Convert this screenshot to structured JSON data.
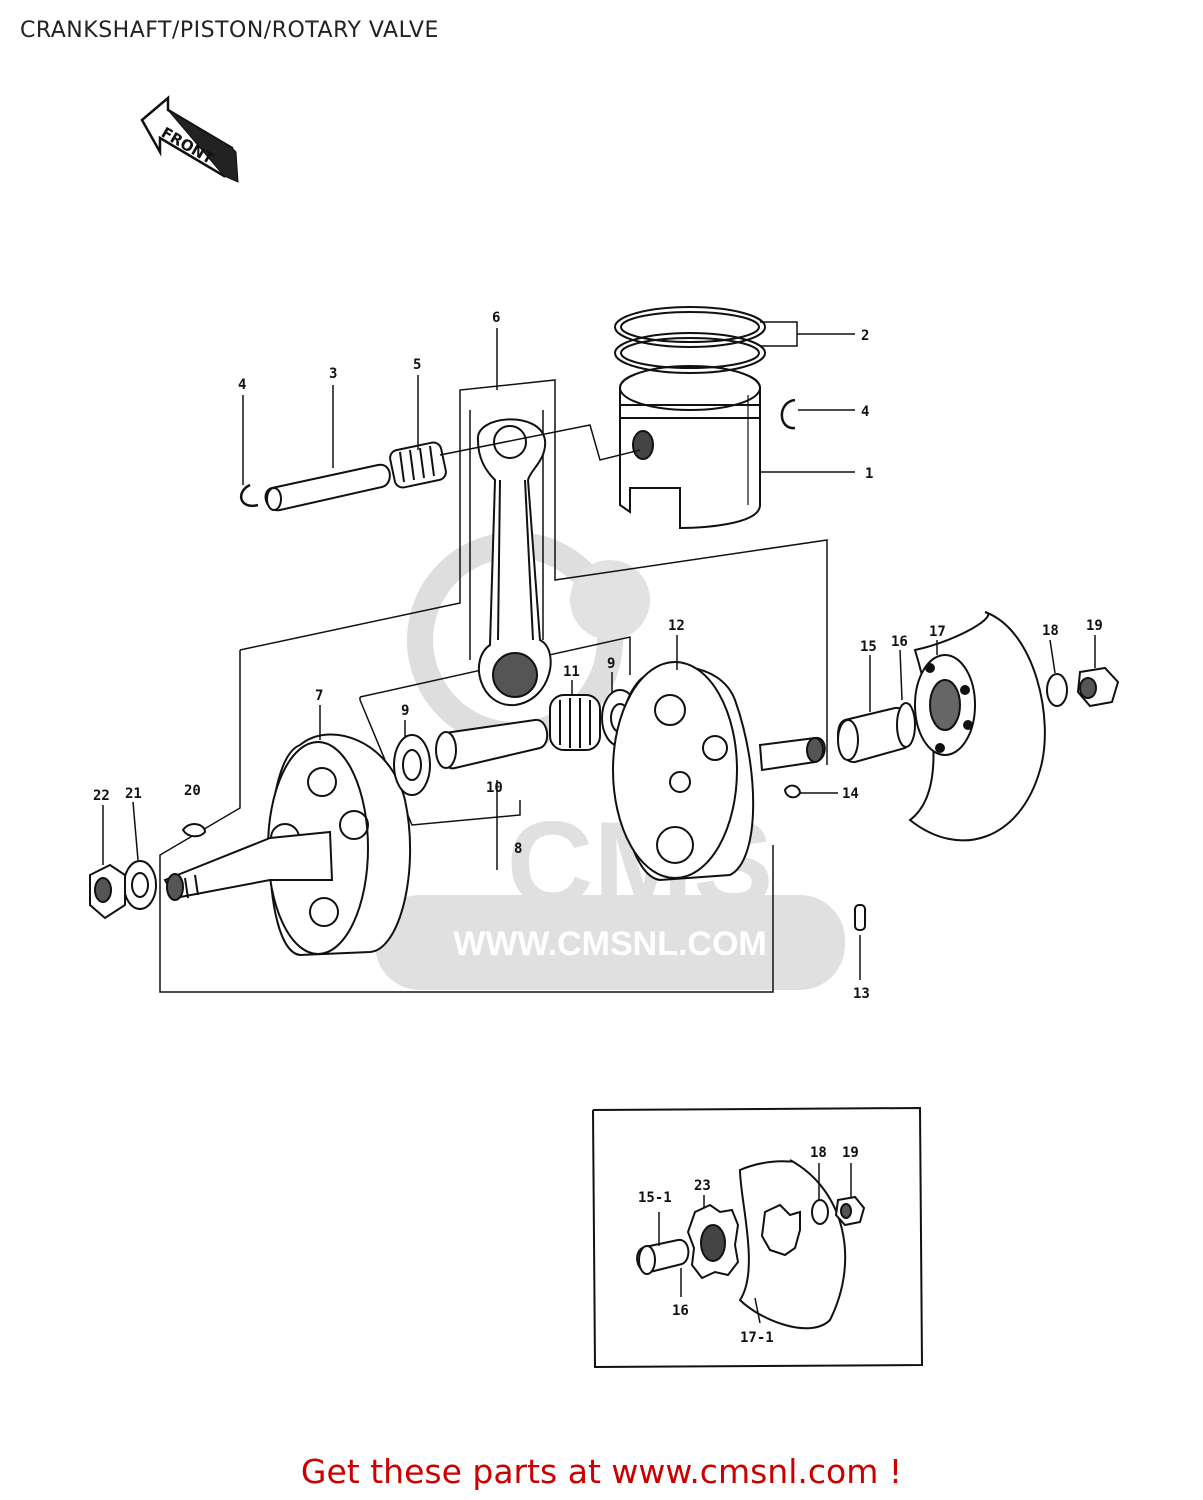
{
  "page": {
    "title": "CRANKSHAFT/PISTON/ROTARY VALVE"
  },
  "front_arrow": {
    "text": "FRONT"
  },
  "watermark": {
    "brand": "CMS",
    "url": "WWW.CMSNL.COM"
  },
  "labels": {
    "l1": "1",
    "l2": "2",
    "l3": "3",
    "l4a": "4",
    "l4b": "4",
    "l5": "5",
    "l6": "6",
    "l7": "7",
    "l8": "8",
    "l9a": "9",
    "l9b": "9",
    "l10": "10",
    "l11": "11",
    "l12": "12",
    "l13": "13",
    "l14": "14",
    "l15": "15",
    "l16": "16",
    "l17": "17",
    "l18": "18",
    "l19": "19",
    "l20": "20",
    "l21": "21",
    "l22": "22",
    "i151": "15-1",
    "i23": "23",
    "i18": "18",
    "i19": "19",
    "i16": "16",
    "i171": "17-1"
  },
  "footer": {
    "link_text": "Get these parts at www.cmsnl.com !"
  },
  "colors": {
    "footer_text": "#cc0000",
    "line": "#111111",
    "watermark": "#d8d8d8"
  }
}
